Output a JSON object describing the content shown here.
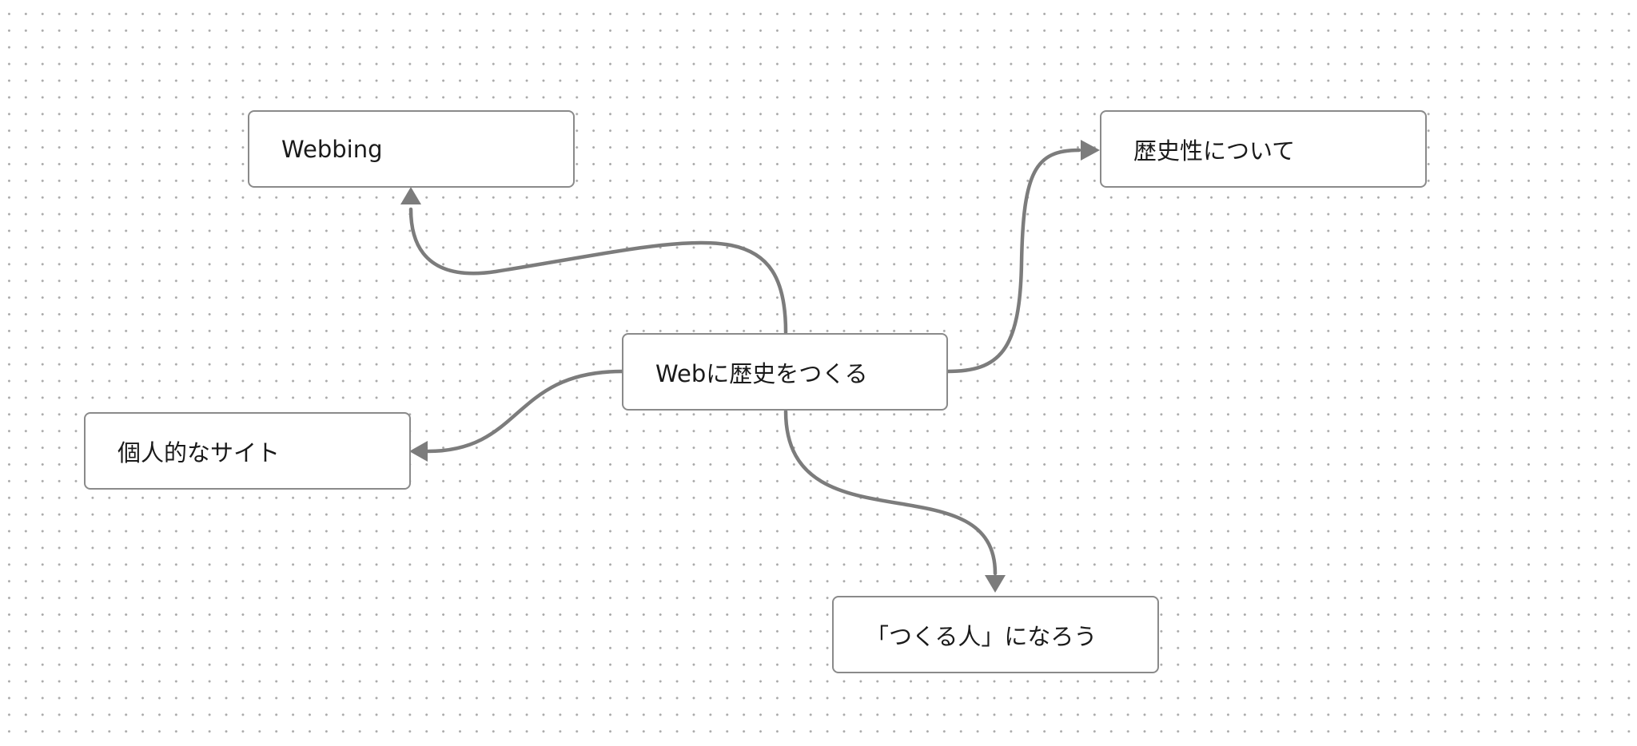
{
  "diagram": {
    "nodes": [
      {
        "id": "center",
        "label": "Webに歴史をつくる"
      },
      {
        "id": "webbing",
        "label": "Webbing"
      },
      {
        "id": "history",
        "label": "歴史性について"
      },
      {
        "id": "personal",
        "label": "個人的なサイト"
      },
      {
        "id": "maker",
        "label": "「つくる人」になろう"
      }
    ],
    "edges": [
      {
        "from": "center",
        "to": "webbing"
      },
      {
        "from": "center",
        "to": "history"
      },
      {
        "from": "center",
        "to": "personal"
      },
      {
        "from": "center",
        "to": "maker"
      }
    ]
  },
  "colors": {
    "edge": "#7c7c7c",
    "node_border": "#8a8a8a",
    "grid_dot": "#a9a9a9",
    "background": "#ffffff"
  }
}
